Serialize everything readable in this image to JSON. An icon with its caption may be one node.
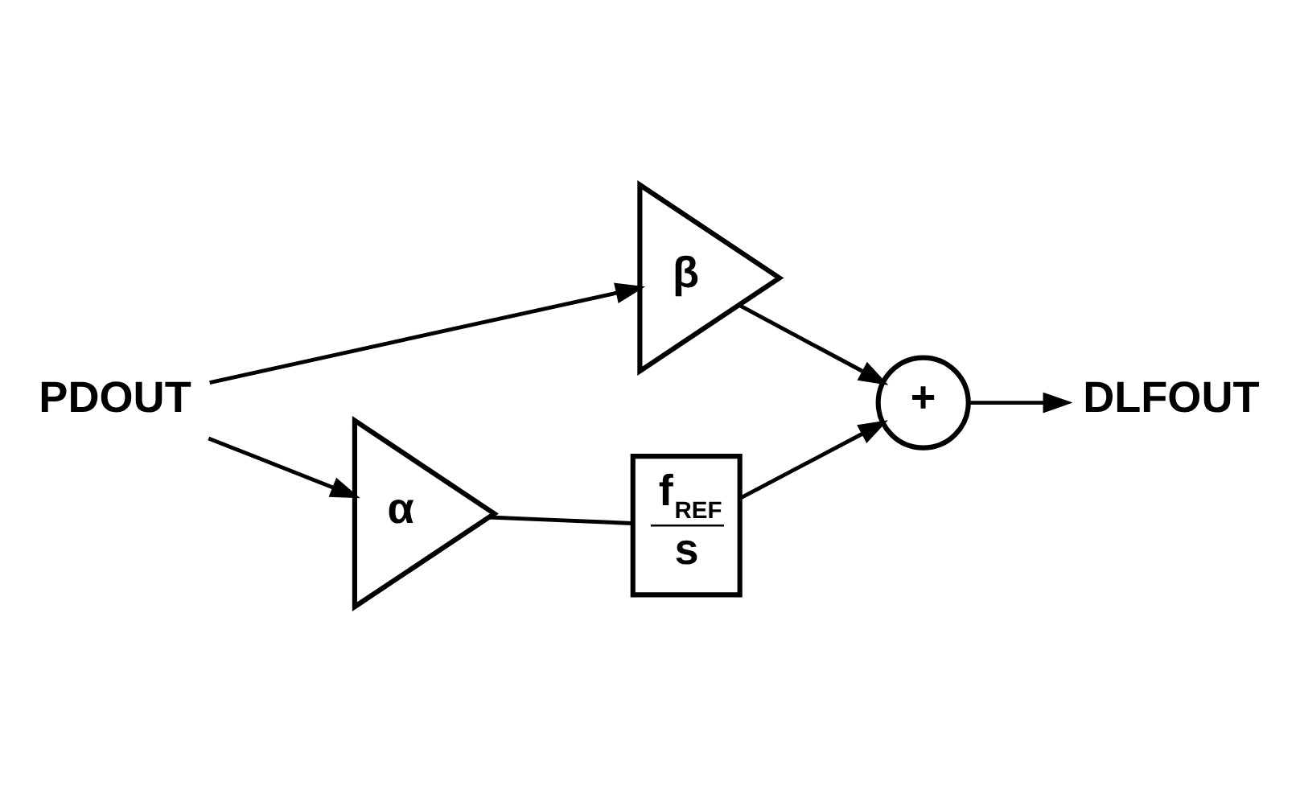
{
  "diagram": {
    "nodes": [
      {
        "text": [
          "PDOUT"
        ]
      },
      {
        "text": [
          "β"
        ]
      },
      {
        "text": [
          "α"
        ]
      },
      {
        "text": [
          "f$_{REF}$",
          "s"
        ]
      },
      {
        "text": [
          "+"
        ]
      },
      {
        "text": [
          "DLFOUT"
        ]
      }
    ],
    "edges": [
      {
        "from": 0,
        "to": 1,
        "arrow": "to"
      },
      {
        "from": 0,
        "to": 2,
        "arrow": "to"
      },
      {
        "from": 1,
        "to": 4,
        "arrow": "to"
      },
      {
        "from": 2,
        "to": 3,
        "arrow": "none"
      },
      {
        "from": 3,
        "to": 4,
        "arrow": "to"
      },
      {
        "from": 4,
        "to": 5,
        "arrow": "to"
      }
    ]
  }
}
